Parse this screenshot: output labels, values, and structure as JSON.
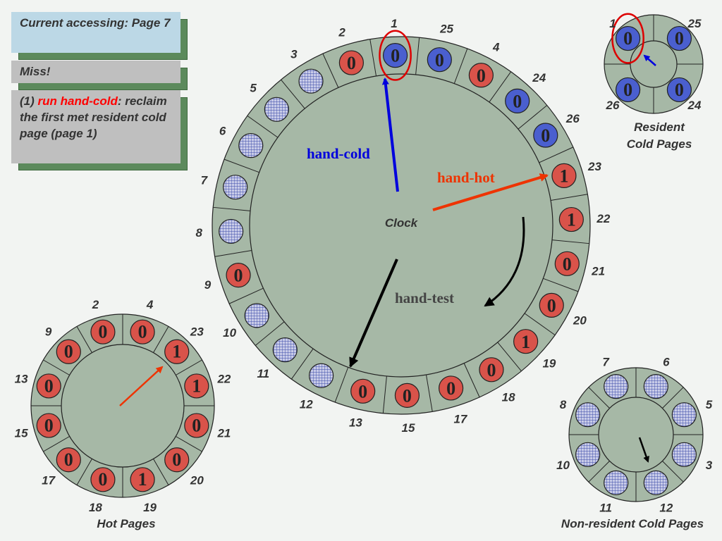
{
  "callouts": {
    "status": "Current accessing: Page 7",
    "miss": "Miss!",
    "step_num": "(1) ",
    "step_action": "run hand-cold",
    "step_rest": ": reclaim the first met resident cold page (page 1)"
  },
  "main_clock": {
    "label": "Clock",
    "hands": {
      "cold": "hand-cold",
      "hot": "hand-hot",
      "test": "hand-test"
    },
    "slots": [
      {
        "page": "1",
        "type": "cold",
        "bit": "0",
        "highlight": true
      },
      {
        "page": "25",
        "type": "cold",
        "bit": "0"
      },
      {
        "page": "4",
        "type": "hot",
        "bit": "0"
      },
      {
        "page": "24",
        "type": "cold",
        "bit": "0"
      },
      {
        "page": "26",
        "type": "cold",
        "bit": "0"
      },
      {
        "page": "23",
        "type": "hot",
        "bit": "1"
      },
      {
        "page": "22",
        "type": "hot",
        "bit": "1"
      },
      {
        "page": "21",
        "type": "hot",
        "bit": "0"
      },
      {
        "page": "20",
        "type": "hot",
        "bit": "0"
      },
      {
        "page": "19",
        "type": "hot",
        "bit": "1"
      },
      {
        "page": "18",
        "type": "hot",
        "bit": "0"
      },
      {
        "page": "17",
        "type": "hot",
        "bit": "0"
      },
      {
        "page": "15",
        "type": "hot",
        "bit": "0"
      },
      {
        "page": "13",
        "type": "hot",
        "bit": "0"
      },
      {
        "page": "12",
        "type": "nonres",
        "bit": ""
      },
      {
        "page": "11",
        "type": "nonres",
        "bit": ""
      },
      {
        "page": "10",
        "type": "nonres",
        "bit": ""
      },
      {
        "page": "9",
        "type": "hot",
        "bit": "0"
      },
      {
        "page": "8",
        "type": "nonres",
        "bit": ""
      },
      {
        "page": "7",
        "type": "nonres",
        "bit": ""
      },
      {
        "page": "6",
        "type": "nonres",
        "bit": ""
      },
      {
        "page": "5",
        "type": "nonres",
        "bit": ""
      },
      {
        "page": "3",
        "type": "nonres",
        "bit": ""
      },
      {
        "page": "2",
        "type": "hot",
        "bit": "0"
      }
    ]
  },
  "resident_cold": {
    "caption": "Resident Cold Pages",
    "slots": [
      {
        "page": "1",
        "type": "cold",
        "bit": "0",
        "highlight": true
      },
      {
        "page": "25",
        "type": "cold",
        "bit": "0"
      },
      {
        "page": "24",
        "type": "cold",
        "bit": "0"
      },
      {
        "page": "26",
        "type": "cold",
        "bit": "0"
      }
    ]
  },
  "hot_pages": {
    "caption": "Hot Pages",
    "slots": [
      {
        "page": "2",
        "type": "hot",
        "bit": "0"
      },
      {
        "page": "4",
        "type": "hot",
        "bit": "0"
      },
      {
        "page": "23",
        "type": "hot",
        "bit": "1"
      },
      {
        "page": "22",
        "type": "hot",
        "bit": "1"
      },
      {
        "page": "21",
        "type": "hot",
        "bit": "0"
      },
      {
        "page": "20",
        "type": "hot",
        "bit": "0"
      },
      {
        "page": "19",
        "type": "hot",
        "bit": "1"
      },
      {
        "page": "18",
        "type": "hot",
        "bit": "0"
      },
      {
        "page": "17",
        "type": "hot",
        "bit": "0"
      },
      {
        "page": "15",
        "type": "hot",
        "bit": "0"
      },
      {
        "page": "13",
        "type": "hot",
        "bit": "0"
      },
      {
        "page": "9",
        "type": "hot",
        "bit": "0"
      }
    ]
  },
  "nonresident_cold": {
    "caption": "Non-resident Cold Pages",
    "slots": [
      {
        "page": "6",
        "type": "nonres"
      },
      {
        "page": "5",
        "type": "nonres"
      },
      {
        "page": "3",
        "type": "nonres"
      },
      {
        "page": "12",
        "type": "nonres"
      },
      {
        "page": "11",
        "type": "nonres"
      },
      {
        "page": "10",
        "type": "nonres"
      },
      {
        "page": "8",
        "type": "nonres"
      },
      {
        "page": "7",
        "type": "nonres"
      }
    ]
  },
  "colors": {
    "hot": "#d9534a",
    "cold": "#4a5fcf",
    "nonres": "#c8cbe8",
    "ring": "#a6b8a6",
    "hand_cold": "#0000dd",
    "hand_hot": "#ee3300",
    "hand_test": "#000000",
    "highlight": "#dd0000"
  }
}
